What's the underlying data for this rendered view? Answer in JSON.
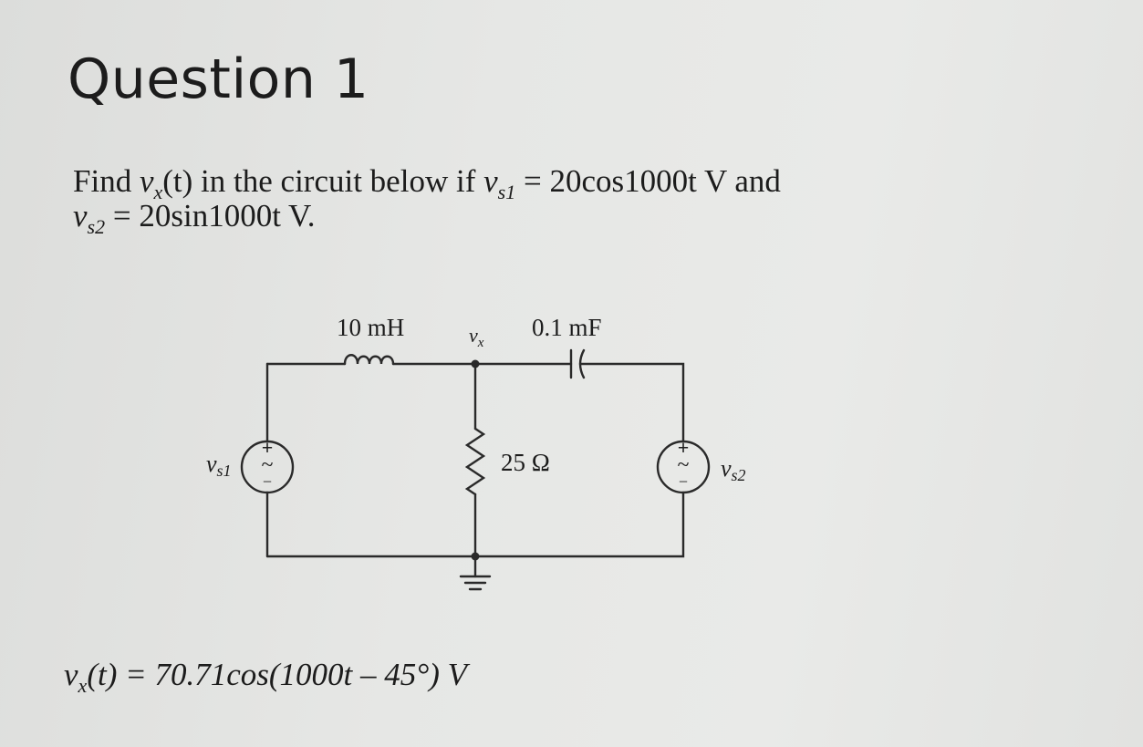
{
  "question": {
    "title": "Question 1"
  },
  "problem": {
    "line1_prefix": "Find ",
    "vx_var": "v",
    "vx_sub": "x",
    "line1_mid": "(t) in the circuit below if ",
    "vs1_var": "v",
    "vs1_sub": "s1",
    "vs1_expr": " = 20cos1000t V and",
    "vs2_var": "v",
    "vs2_sub": "s2",
    "vs2_expr": " = 20sin1000t V."
  },
  "circuit": {
    "inductor_label": "10 mH",
    "capacitor_label": "0.1 mF",
    "resistor_label": "25 Ω",
    "node_label_var": "v",
    "node_label_sub": "x",
    "source_left_var": "v",
    "source_left_sub": "s1",
    "source_right_var": "v",
    "source_right_sub": "s2",
    "plus_symbol": "+",
    "minus_symbol": "−",
    "ac_symbol": "~"
  },
  "answer": {
    "var": "v",
    "sub": "x",
    "expr": "(t) = 70.71cos(1000t – 45°) V"
  }
}
